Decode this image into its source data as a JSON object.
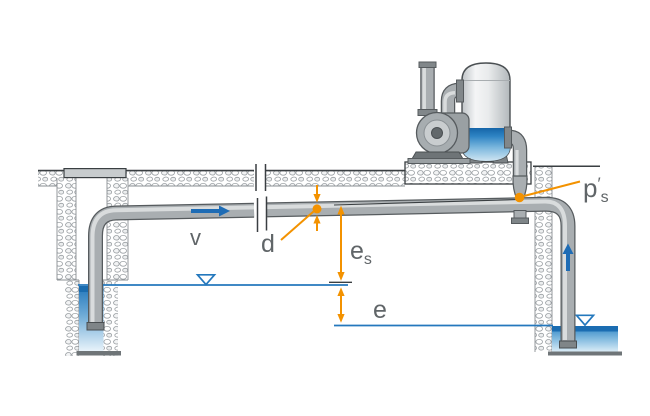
{
  "figure": {
    "type": "pump-installation-suction-lift-diagram",
    "labels": {
      "flow_velocity": "v",
      "pipe_diameter": "d",
      "suction_head_main": "e",
      "suction_head_sub": "s",
      "geodetic_head": "e",
      "pressure_main": "p",
      "pressure_prime": "′",
      "pressure_sub": "s"
    },
    "colors": {
      "annotation_orange": "#f39200",
      "water_blue": "#2478bd",
      "flow_arrow_blue": "#1e6cb5",
      "pipe_grey": "#a9aeb1",
      "label_grey": "#606568"
    }
  }
}
